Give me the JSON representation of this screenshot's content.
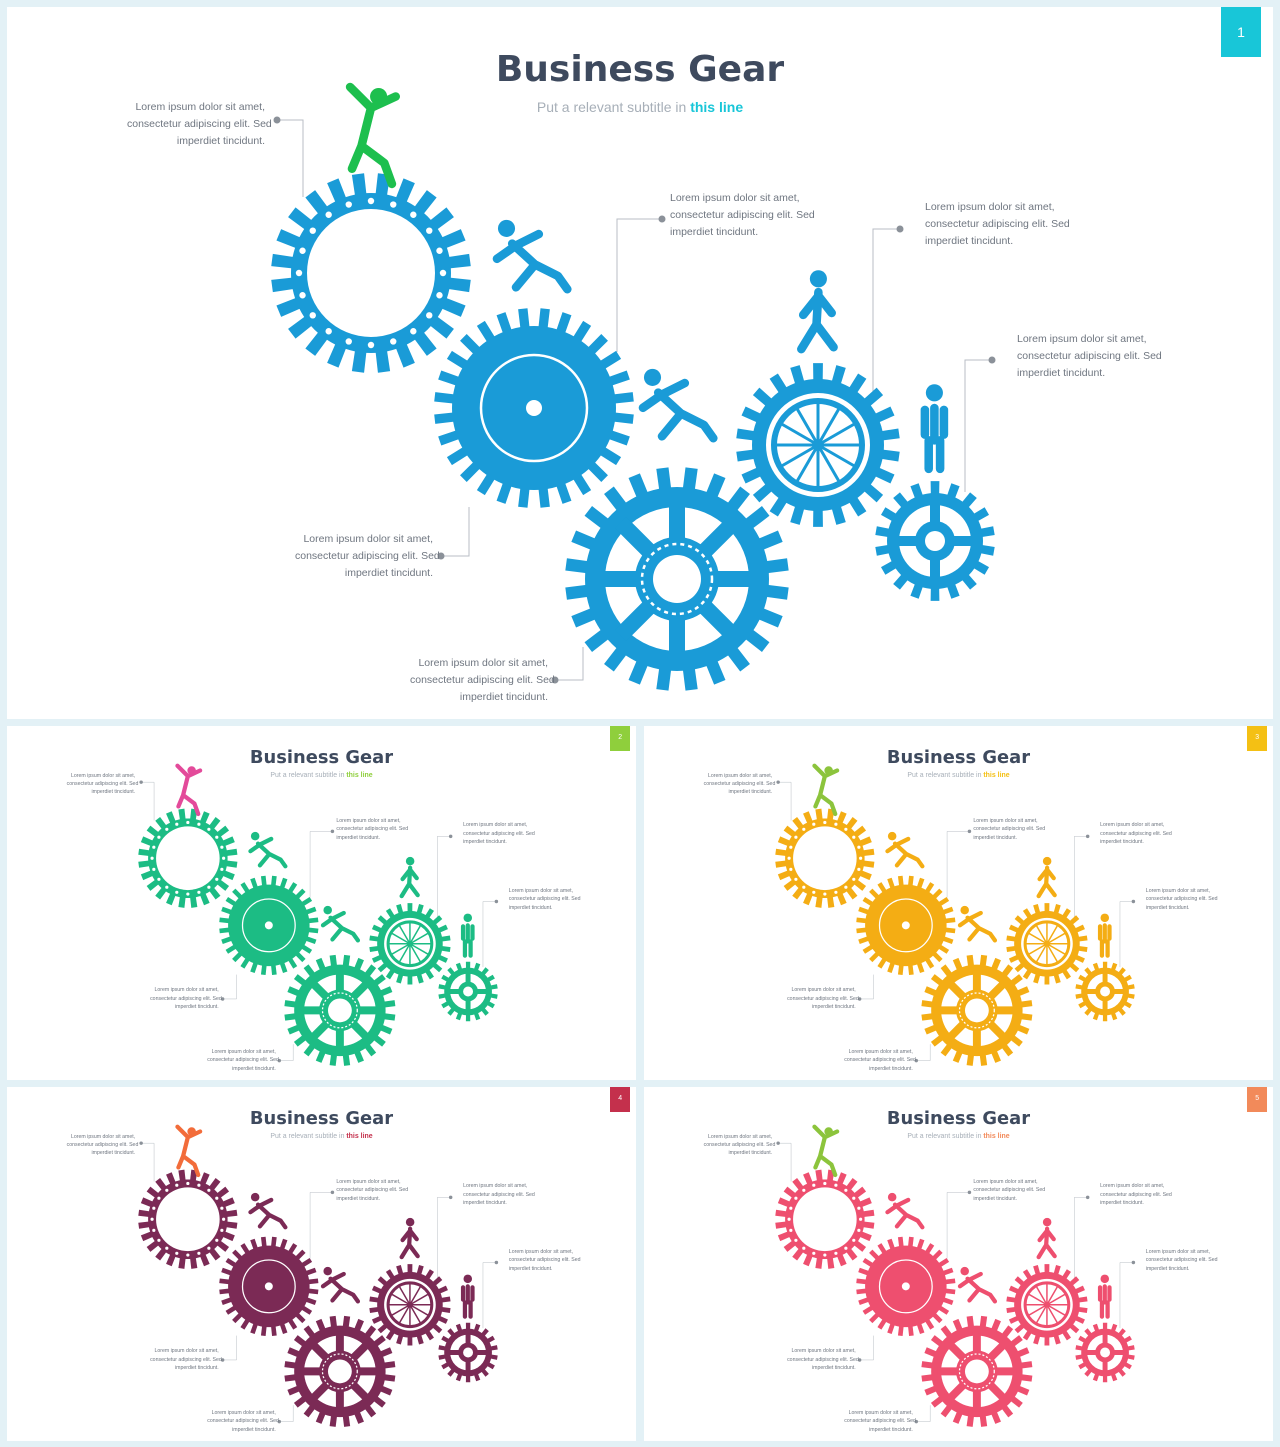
{
  "slides": [
    {
      "number": "1",
      "title": "Business Gear",
      "subtitle_plain": "Put a relevant subtitle in ",
      "subtitle_highlight": "this line",
      "colors": {
        "gear": "#1a9bd7",
        "top_person": "#1dbf4e",
        "people": "#1a9bd7",
        "accent": "#18c6d8",
        "badge": "#18c6d8"
      }
    },
    {
      "number": "2",
      "title": "Business Gear",
      "subtitle_plain": "Put a relevant subtitle in ",
      "subtitle_highlight": "this line",
      "colors": {
        "gear": "#1cbc84",
        "top_person": "#e34a9a",
        "people": "#1cbc84",
        "accent": "#8fcf3c",
        "badge": "#8fcf3c"
      }
    },
    {
      "number": "3",
      "title": "Business Gear",
      "subtitle_plain": "Put a relevant subtitle in ",
      "subtitle_highlight": "this line",
      "colors": {
        "gear": "#f4ad14",
        "top_person": "#8cc43c",
        "people": "#f4ad14",
        "accent": "#f4c014",
        "badge": "#f4c014"
      }
    },
    {
      "number": "4",
      "title": "Business Gear",
      "subtitle_plain": "Put a relevant subtitle in ",
      "subtitle_highlight": "this line",
      "colors": {
        "gear": "#7b2a55",
        "top_person": "#f26c3a",
        "people": "#7b2a55",
        "accent": "#c4304c",
        "badge": "#c4304c"
      }
    },
    {
      "number": "5",
      "title": "Business Gear",
      "subtitle_plain": "Put a relevant subtitle in ",
      "subtitle_highlight": "this line",
      "colors": {
        "gear": "#ee4f6f",
        "top_person": "#8cc43c",
        "people": "#ee4f6f",
        "accent": "#f28a5a",
        "badge": "#f28a5a"
      }
    }
  ],
  "note": {
    "line1": "Lorem ipsum dolor sit amet,",
    "line2": "consectetur adipiscing elit. Sed",
    "line3": "imperdiet tincidunt."
  }
}
